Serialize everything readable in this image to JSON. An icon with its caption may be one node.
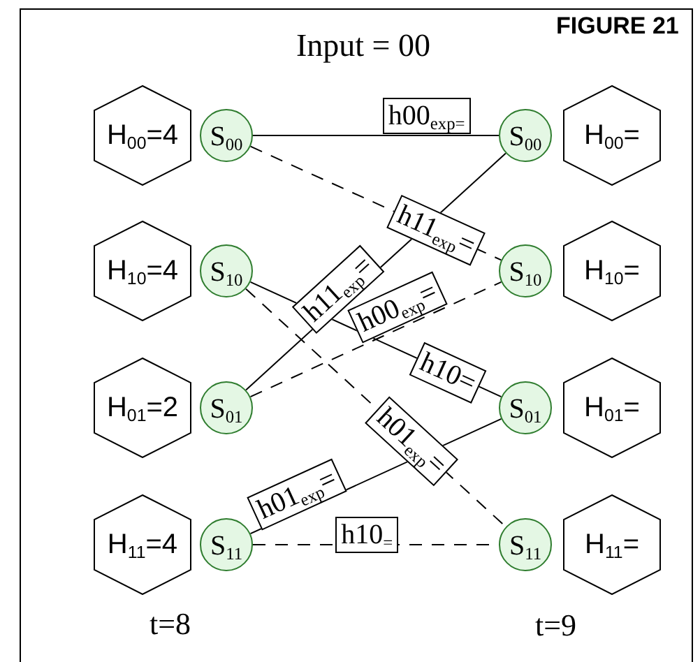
{
  "diagram": {
    "title": "Input = 00",
    "nodes": [
      {
        "text": [
          "H$_{00}$=4"
        ]
      },
      {
        "text": [
          "S$_{00}$"
        ]
      },
      {
        "text": [
          "S$_{00}$"
        ]
      },
      {
        "text": [
          "H$_{00}$="
        ]
      },
      {
        "text": [
          "H$_{10}$=4"
        ]
      },
      {
        "text": [
          "S$_{10}$"
        ]
      },
      {
        "text": [
          "S$_{10}$"
        ]
      },
      {
        "text": [
          "H$_{10}$="
        ]
      },
      {
        "text": [
          "H$_{01}$=2"
        ]
      },
      {
        "text": [
          "S$_{01}$"
        ]
      },
      {
        "text": [
          "S$_{01}$"
        ]
      },
      {
        "text": [
          "H$_{01}$="
        ]
      },
      {
        "text": [
          "H$_{11}$=4"
        ]
      },
      {
        "text": [
          "S$_{11}$"
        ]
      },
      {
        "text": [
          "S$_{11}$"
        ]
      },
      {
        "text": [
          "H$_{11}$="
        ]
      }
    ],
    "edges": [
      {
        "from": 1,
        "to": 2,
        "arrow": "none",
        "label": "h00$_{exp=}$"
      },
      {
        "from": 1,
        "to": 6,
        "arrow": "none",
        "style": "dashed",
        "label": "h11$_{exp}$="
      },
      {
        "from": 5,
        "to": 10,
        "arrow": "none",
        "label": "h10="
      },
      {
        "from": 5,
        "to": 14,
        "arrow": "none",
        "style": "dashed",
        "label": "h01$_{exp}$="
      },
      {
        "from": 9,
        "to": 2,
        "arrow": "none",
        "label": "h11$_{exp}$="
      },
      {
        "from": 9,
        "to": 6,
        "arrow": "none",
        "style": "dashed",
        "label": "h00$_{exp}$="
      },
      {
        "from": 13,
        "to": 10,
        "arrow": "none",
        "label": "h01$_{exp}$="
      },
      {
        "from": 13,
        "to": 14,
        "arrow": "none",
        "style": "dashed",
        "label": "h10$_{=}$"
      }
    ],
    "labels": [
      "FIGURE 21",
      "t=8",
      "t=9"
    ]
  }
}
